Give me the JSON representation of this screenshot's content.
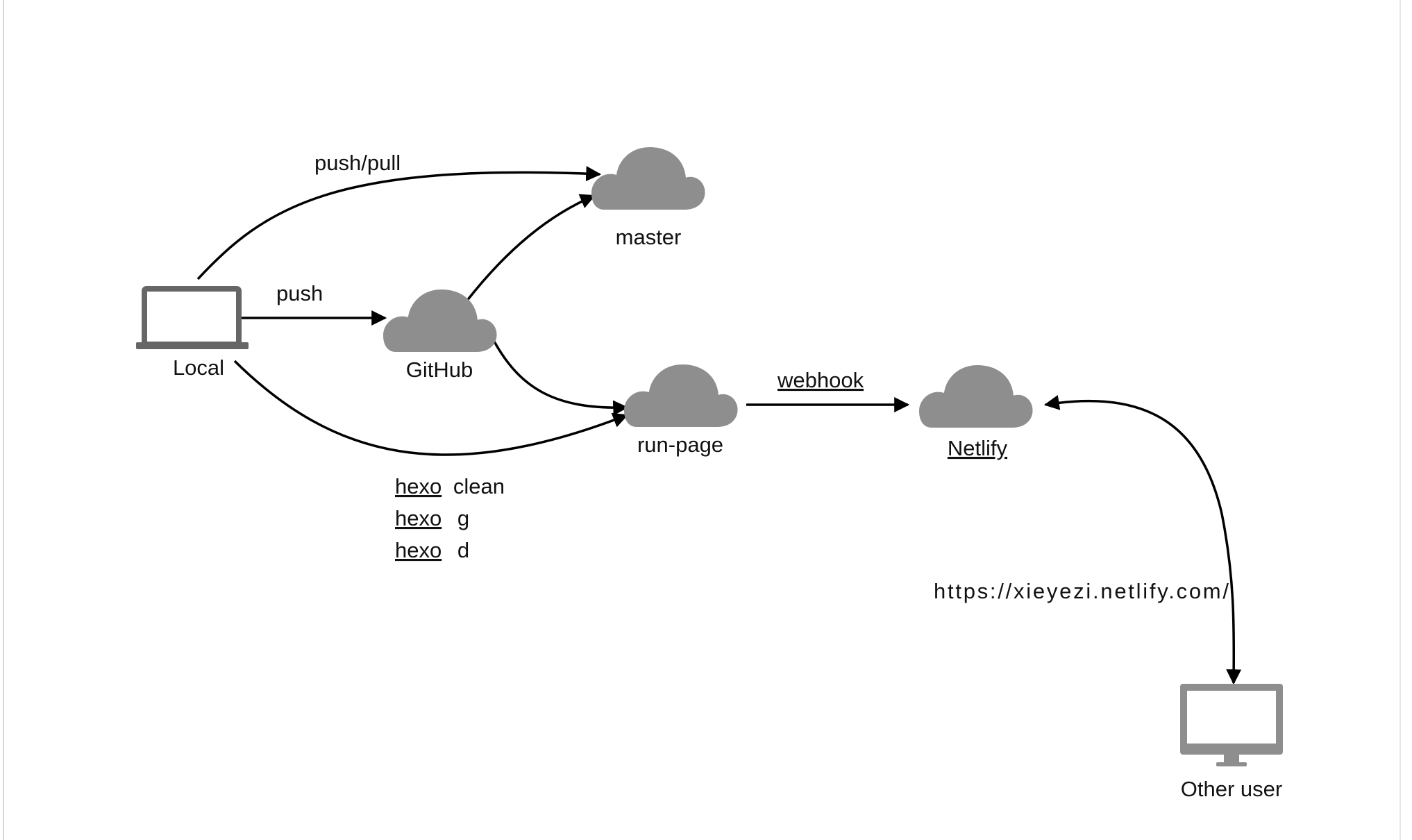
{
  "diagram": {
    "nodes": {
      "local": {
        "label": "Local",
        "icon": "laptop-icon"
      },
      "github": {
        "label": "GitHub",
        "icon": "cloud-icon"
      },
      "master": {
        "label": "master",
        "icon": "cloud-icon"
      },
      "run_page": {
        "label": "run-page",
        "icon": "cloud-icon"
      },
      "netlify": {
        "label": "Netlify",
        "icon": "cloud-icon"
      },
      "other_user": {
        "label": "Other user",
        "icon": "monitor-icon"
      }
    },
    "edges": {
      "push_pull": "push/pull",
      "push": "push",
      "webhook": "webhook",
      "url": "https://xieyezi.netlify.com/"
    },
    "commands": [
      {
        "cmd": "hexo",
        "arg": "clean"
      },
      {
        "cmd": "hexo",
        "arg": "g"
      },
      {
        "cmd": "hexo",
        "arg": "d"
      }
    ],
    "colors": {
      "icon": "#8e8e8e",
      "laptop": "#666666",
      "arrow": "#000000",
      "spellcheck": "#d0312d"
    }
  }
}
